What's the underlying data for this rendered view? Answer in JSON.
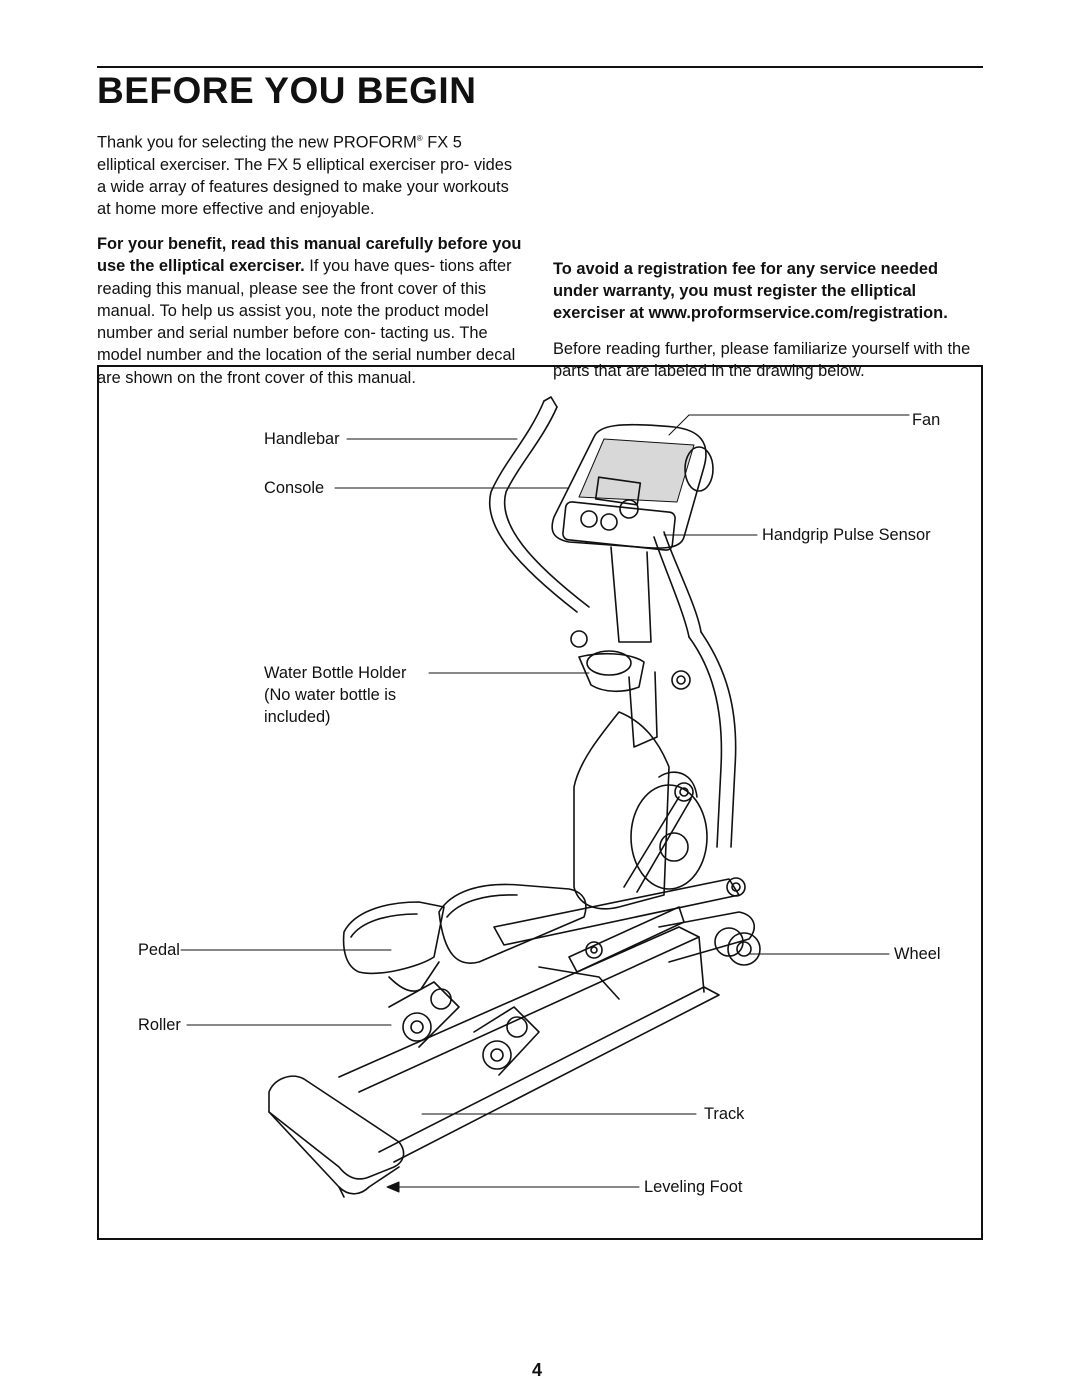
{
  "page": {
    "title": "BEFORE YOU BEGIN",
    "page_number": "4"
  },
  "intro": {
    "p1_a": "Thank you for selecting the new PROFORM",
    "p1_reg": "®",
    "p1_b": " FX 5 elliptical exerciser. The FX 5 elliptical exerciser pro- vides a wide array of features designed to make your workouts at home more effective and enjoyable.",
    "p2_bold": "For your benefit, read this manual carefully before you use the elliptical exerciser.",
    "p2_rest": " If you have ques- tions after reading this manual, please see the front cover of this manual. To help us assist you, note the product model number and serial number before con- tacting us. The model number and the location of the serial number decal are shown on the front cover of this manual.",
    "p3_bold": "To avoid a registration fee for any service needed under warranty, you must register the elliptical exerciser at www.proformservice.com/registration.",
    "p4": "Before reading further, please familiarize yourself with the parts that are labeled in the drawing below."
  },
  "diagram": {
    "labels": {
      "handlebar": "Handlebar",
      "console": "Console",
      "water_bottle_1": "Water Bottle Holder",
      "water_bottle_2": "(No water bottle is",
      "water_bottle_3": "included)",
      "pedal": "Pedal",
      "roller": "Roller",
      "fan": "Fan",
      "pulse_sensor": "Handgrip Pulse Sensor",
      "wheel": "Wheel",
      "track": "Track",
      "leveling_foot": "Leveling Foot"
    }
  }
}
